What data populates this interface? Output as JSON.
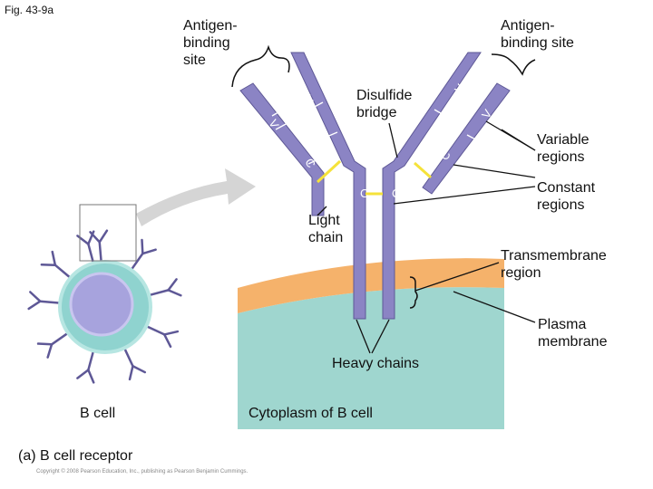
{
  "figure_ref": "Fig. 43-9a",
  "labels": {
    "antigen_binding_left": "Antigen-\nbinding\nsite",
    "antigen_binding_right": "Antigen-\nbinding site",
    "disulfide_bridge": "Disulfide\nbridge",
    "variable_regions": "Variable\nregions",
    "constant_regions": "Constant\nregions",
    "light_chain": "Light\nchain",
    "transmembrane_region": "Transmembrane\nregion",
    "plasma_membrane": "Plasma\nmembrane",
    "heavy_chains": "Heavy chains",
    "cytoplasm": "Cytoplasm of B cell",
    "b_cell": "B cell",
    "panel_caption": "(a) B cell receptor",
    "copyright": "Copyright © 2008 Pearson Education, Inc., publishing as Pearson Benjamin Cummings."
  },
  "domain_letters": {
    "v": "V",
    "c": "C"
  },
  "colors": {
    "cytoplasm": "#9fd6cf",
    "membrane": "#f5b26b",
    "chain_fill": "#8b84c4",
    "chain_stroke": "#5e5896",
    "disulfide": "#f5e23a",
    "arrow": "#d5d5d5",
    "cell_outer": "#8fd3cf",
    "nucleus": "#a7a3dd"
  }
}
